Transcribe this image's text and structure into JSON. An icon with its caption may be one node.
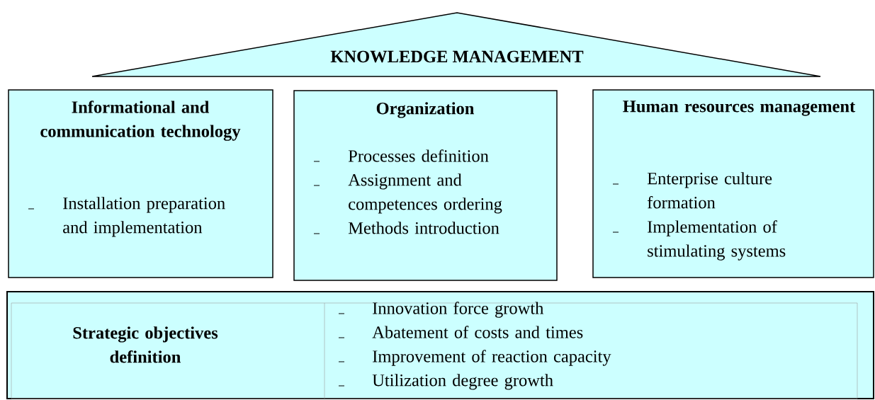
{
  "diagram": {
    "nodes": [
      {
        "text": [
          "KNOWLEDGE MANAGEMENT"
        ]
      },
      {
        "text": [
          "Informational and communication technology",
          "Installation preparation and implementation"
        ]
      },
      {
        "text": [
          "Organization",
          "Processes definition",
          "Assignment and competences ordering",
          "Methods introduction"
        ]
      },
      {
        "text": [
          "Human resources management",
          "Enterprise culture formation",
          "Implementation of stimulating systems"
        ]
      },
      {
        "text": [
          "Strategic objectives definition",
          "Innovation force growth",
          "Abatement of costs and times",
          "Improvement of reaction capacity",
          "Utilization degree growth"
        ]
      }
    ],
    "edges": []
  }
}
